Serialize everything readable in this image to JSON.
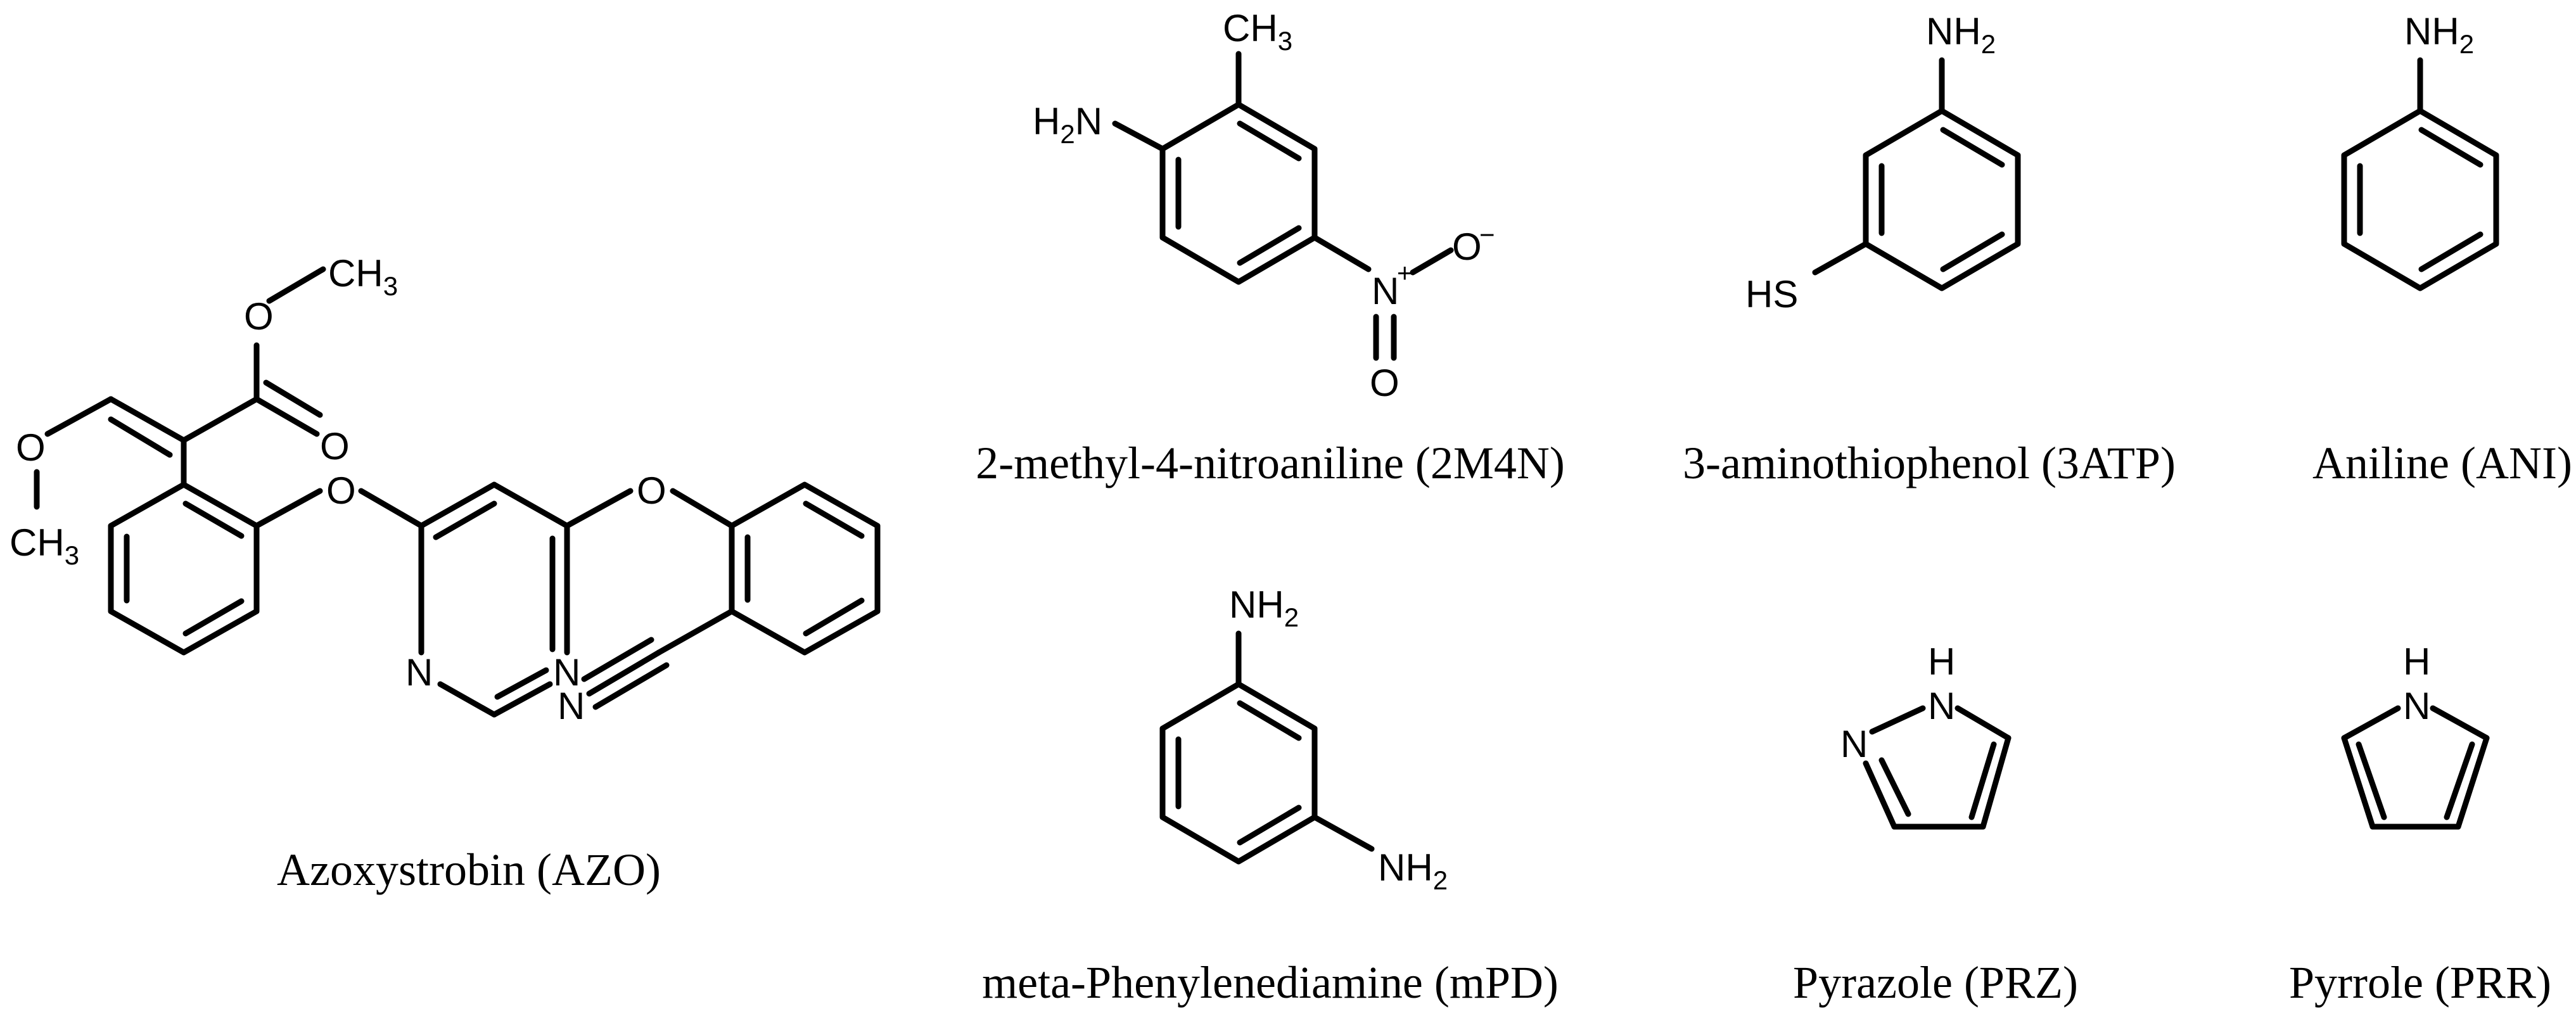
{
  "captions": {
    "azo": "Azoxystrobin (AZO)",
    "m4n": "2-methyl-4-nitroaniline (2M4N)",
    "atp": "3-aminothiophenol (3ATP)",
    "ani": "Aniline (ANI)",
    "mpd": "meta-Phenylenediamine (mPD)",
    "prz": "Pyrazole (PRZ)",
    "prr": "Pyrrole (PRR)"
  },
  "atoms": {
    "O": "O",
    "N": "N",
    "H": "H",
    "C": "C",
    "S": "S",
    "HS": "HS",
    "NH": "NH",
    "sub2": "2",
    "sub3": "3",
    "plus": "+",
    "minus": "−",
    "H2N_H": "H",
    "H2N_N": "N"
  }
}
